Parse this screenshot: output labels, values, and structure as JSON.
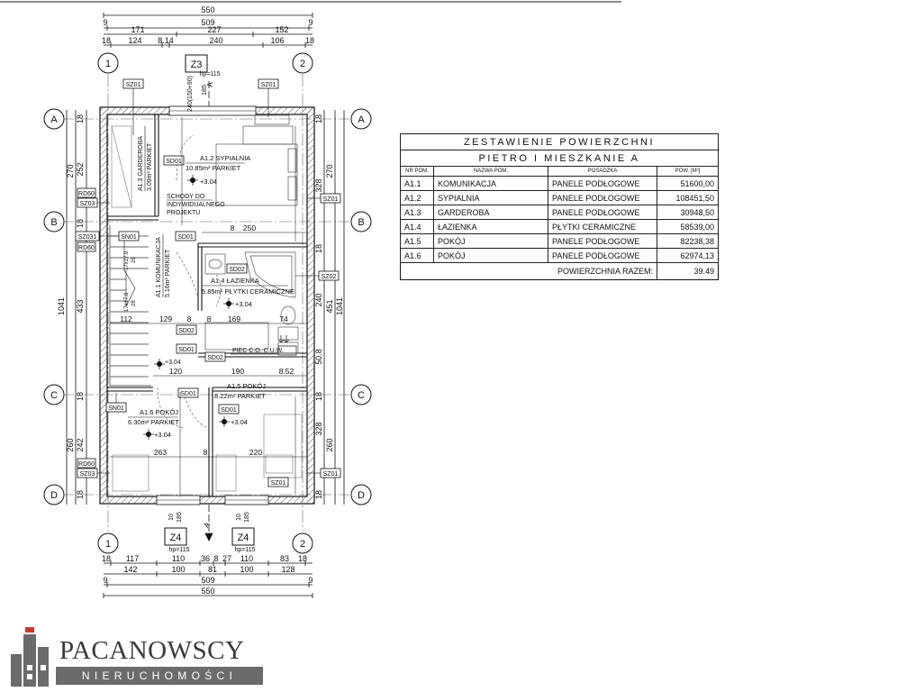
{
  "dims": {
    "top1": "550",
    "top2": "509",
    "top2_left": "9",
    "top2_right": "9",
    "top3": [
      "171",
      "227",
      "152"
    ],
    "top4": [
      "18",
      "124",
      "8.14",
      "240",
      "106",
      "18"
    ],
    "bot1": [
      "18",
      "117",
      "110",
      "36",
      "8",
      "27",
      "110",
      "83",
      "18"
    ],
    "bot2": [
      "142",
      "100",
      "81",
      "100",
      "128"
    ],
    "bot3": "509",
    "bot3_left": "9",
    "bot3_right": "9",
    "bot4": "550",
    "left_outer": "1041",
    "left_inner": "433",
    "left_seg": [
      "270",
      "252",
      "260",
      "242"
    ],
    "left_small": [
      "18",
      "18",
      "18",
      "18"
    ],
    "right_seg": [
      "270",
      "328",
      "240",
      "50.8",
      "328",
      "260"
    ],
    "right_inner": "451",
    "right_outer": "1041",
    "right_small": [
      "18",
      "18",
      "18",
      "18"
    ],
    "inner": [
      "112",
      "129",
      "169",
      "74",
      "120",
      "190",
      "8.52",
      "263",
      "220",
      "250",
      "8",
      "8",
      "8",
      "8"
    ]
  },
  "axes": {
    "col": [
      "1",
      "2"
    ],
    "row": [
      "A",
      "B",
      "C",
      "D"
    ]
  },
  "windows": [
    {
      "tag": "Z3",
      "hp": "hp=115",
      "sill": "240(150+90)",
      "side": "185"
    },
    {
      "tag": "Z4",
      "hp": "hp=115",
      "sill": "10",
      "side": "185"
    },
    {
      "tag": "Z4",
      "hp": "hp=115",
      "sill": "10",
      "side": "185"
    }
  ],
  "tags": [
    "SZ01",
    "SZ01",
    "SZ01",
    "SZ01",
    "SZ01",
    "SZ02",
    "SZ03",
    "SZ03",
    "SZ031",
    "SN01",
    "SN01",
    "RD60",
    "RD60",
    "RD60",
    "SD01",
    "SD01",
    "SD01",
    "SD01",
    "SD01",
    "SD02",
    "SD02",
    "SD02"
  ],
  "rooms": [
    {
      "code": "A1.2",
      "name": "SYPIALNIA",
      "area": "10.85m²",
      "floor": "PARKIET",
      "level": "+3.04"
    },
    {
      "code": "A1.3",
      "name": "GARDEROBA",
      "area": "3.09m²",
      "floor": "PARKIET"
    },
    {
      "code": "A1.1",
      "name": "KOMUNIKACJA",
      "area": "5.16m²",
      "floor": "PARKIET",
      "level": "+3.04"
    },
    {
      "code": "A1.4",
      "name": "ŁAZIENKA",
      "area": "5.85m²",
      "floor": "PŁYTKI CERAMICZNE",
      "level": "+3.04"
    },
    {
      "code": "A1.5",
      "name": "POKÓJ",
      "area": "8.22m²",
      "floor": "PARKIET",
      "level": "+3.04"
    },
    {
      "code": "A1.6",
      "name": "POKÓJ",
      "area": "6.30m²",
      "floor": "PARKIET",
      "level": "+3.04"
    }
  ],
  "notes": {
    "schody": [
      "SCHODY DO",
      "INDYWIDUALNEGO",
      "PROJEKTU"
    ],
    "piec": "PIEC C.O. C.U.W.",
    "stairs": [
      "17x17.9",
      "28",
      "17x17.9",
      "28"
    ],
    "elev": "+3.04",
    "arrow": "A"
  },
  "table": {
    "title": "ZESTAWIENIE POWIERZCHNI",
    "subtitle": "PIETRO I MIESZKANIE A",
    "headers": [
      "NR POM.",
      "NAZWA POM.",
      "POSADZKA",
      "POW. [M²]"
    ],
    "rows": [
      [
        "A1.1",
        "KOMUNIKACJA",
        "PANELE PODŁOGOWE",
        "51600,00"
      ],
      [
        "A1.2",
        "SYPIALNIA",
        "PANELE PODŁOGOWE",
        "108451,50"
      ],
      [
        "A1.3",
        "GARDEROBA",
        "PANELE PODŁOGOWE",
        "30948,50"
      ],
      [
        "A1.4",
        "ŁAZIENKA",
        "PŁYTKI CERAMICZNE",
        "58539,00"
      ],
      [
        "A1.5",
        "POKÓJ",
        "PANELE PODŁOGOWE",
        "82238,38"
      ],
      [
        "A1.6",
        "POKÓJ",
        "PANELE PODŁOGOWE",
        "62974,13"
      ]
    ],
    "total_label": "POWIERZCHNIA RAZEM:",
    "total_value": "39.49"
  },
  "logo": {
    "name": "PACANOWSCY",
    "sub": "NIERUCHOMOŚCI",
    "color": "#6b6b6b",
    "accent": "#c0392b"
  }
}
